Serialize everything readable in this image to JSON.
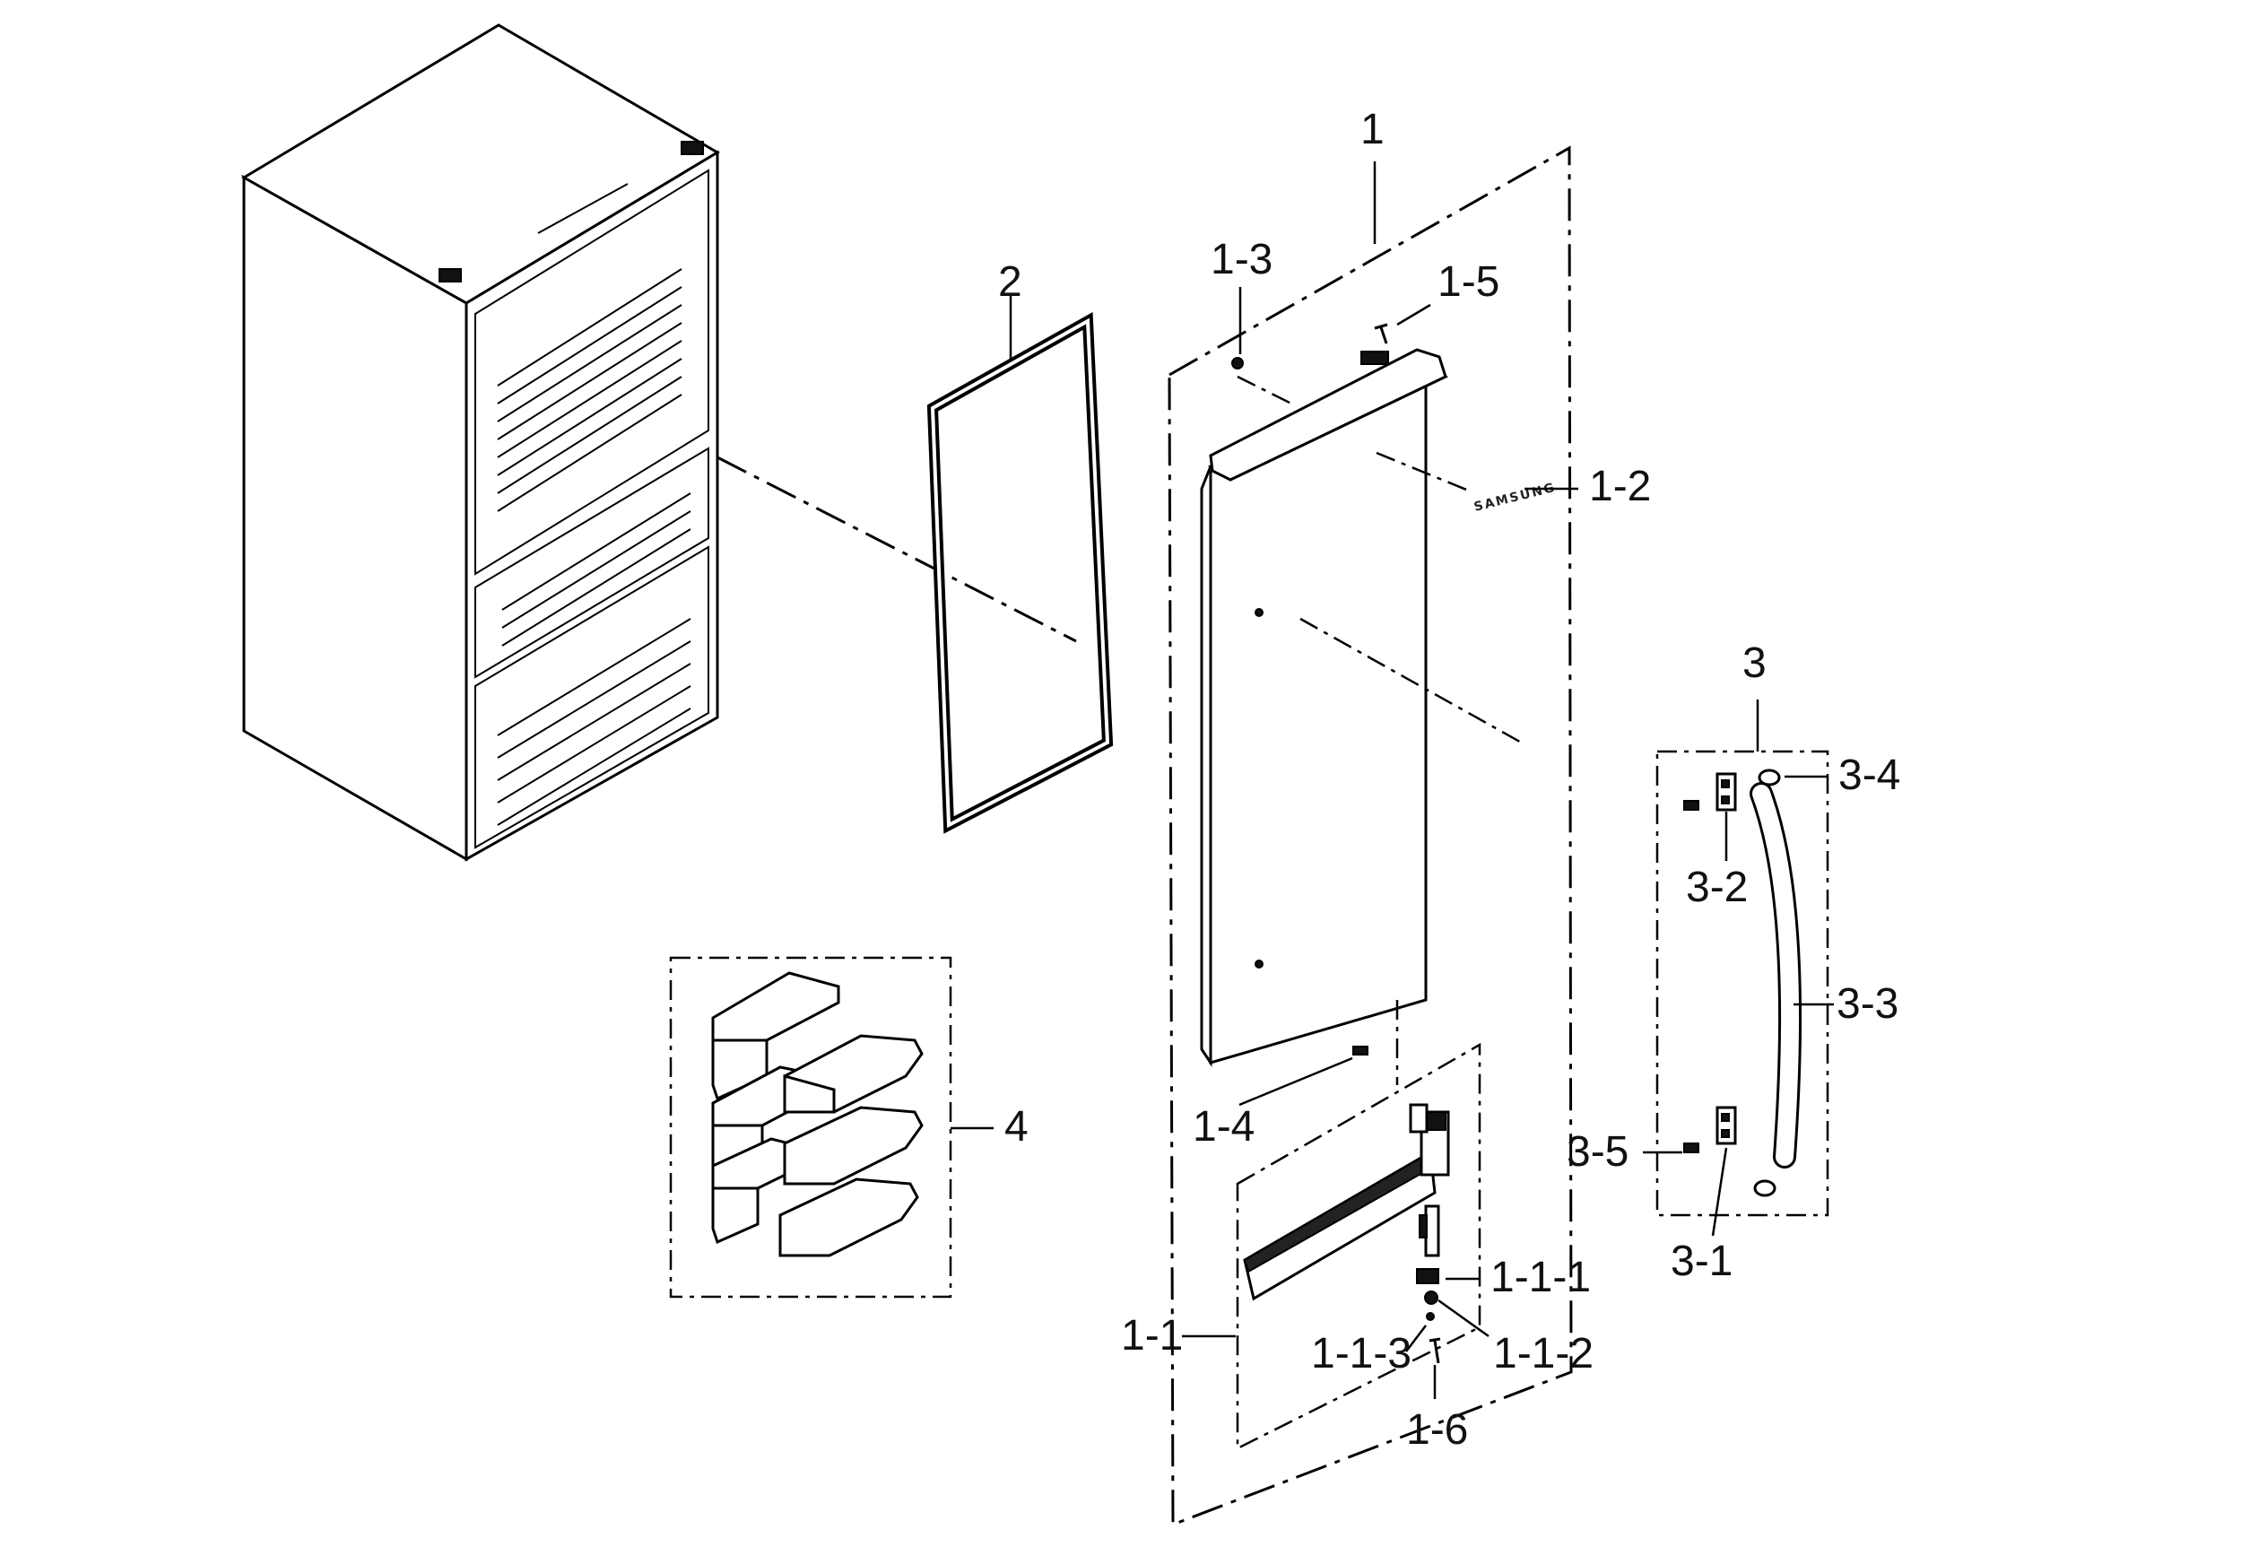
{
  "diagram": {
    "brand_label": "SAMSUNG",
    "callouts": {
      "c1": "1",
      "c1_1": "1-1",
      "c1_1_1": "1-1-1",
      "c1_1_2": "1-1-2",
      "c1_1_3": "1-1-3",
      "c1_2": "1-2",
      "c1_3": "1-3",
      "c1_4": "1-4",
      "c1_5": "1-5",
      "c1_6": "1-6",
      "c2": "2",
      "c3": "3",
      "c3_1": "3-1",
      "c3_2": "3-2",
      "c3_3": "3-3",
      "c3_4": "3-4",
      "c3_5": "3-5",
      "c4": "4"
    }
  }
}
